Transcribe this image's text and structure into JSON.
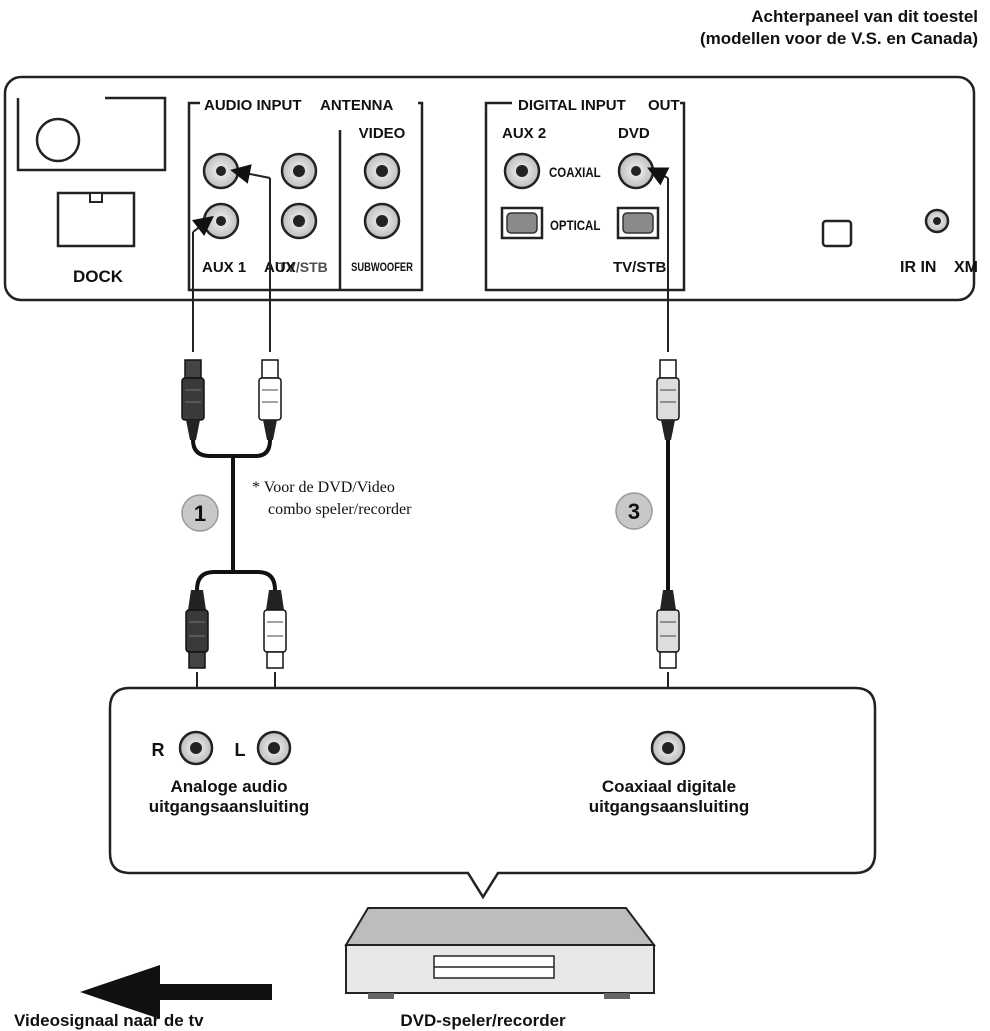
{
  "header": {
    "title_line1": "Achterpaneel van dit toestel",
    "title_line2": "(modellen voor de V.S. en Canada)"
  },
  "panel": {
    "dock_label": "DOCK",
    "audio_input_label": "AUDIO INPUT",
    "antenna_label": "ANTENNA",
    "video_label": "VIDEO",
    "aux1_label": "AUX 1",
    "aux_tv_stb_label": "AUX",
    "tv_stb_overlap_label": "TV/STB",
    "subwoofer_label": "SUBWOOFER",
    "digital_input_label": "DIGITAL INPUT",
    "out_label": "OUT",
    "aux2_label": "AUX 2",
    "dvd_label": "DVD",
    "coaxial_label": "COAXIAL",
    "optical_label": "OPTICAL",
    "digital_tv_stb_label": "TV/STB",
    "ir_in_label": "IR IN",
    "xm_label": "XM"
  },
  "cables": {
    "badge1": "1",
    "badge3": "3",
    "note_line1": "*  Voor de DVD/Video",
    "note_line2": "combo speler/recorder"
  },
  "device": {
    "r_label": "R",
    "l_label": "L",
    "analog_line1": "Analoge audio",
    "analog_line2": "uitgangsaansluiting",
    "coax_line1": "Coaxiaal digitale",
    "coax_line2": "uitgangsaansluiting"
  },
  "footer": {
    "video_signal_label": "Videosignaal naar de tv",
    "dvd_player_label": "DVD-speler/recorder"
  }
}
